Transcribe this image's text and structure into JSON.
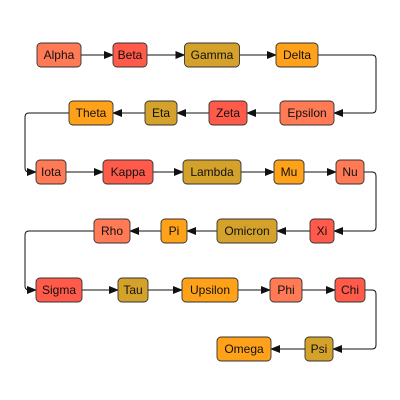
{
  "colors": {
    "red": "#ff5a4a",
    "coral": "#ff7a55",
    "orange": "#ffa21a",
    "gold": "#d4a12a",
    "border": "#333333",
    "edge": "#111111"
  },
  "nodes": [
    {
      "id": "alpha",
      "label": "Alpha",
      "color": "coral"
    },
    {
      "id": "beta",
      "label": "Beta",
      "color": "red"
    },
    {
      "id": "gamma",
      "label": "Gamma",
      "color": "gold"
    },
    {
      "id": "delta",
      "label": "Delta",
      "color": "orange"
    },
    {
      "id": "epsilon",
      "label": "Epsilon",
      "color": "coral"
    },
    {
      "id": "zeta",
      "label": "Zeta",
      "color": "red"
    },
    {
      "id": "eta",
      "label": "Eta",
      "color": "gold"
    },
    {
      "id": "theta",
      "label": "Theta",
      "color": "orange"
    },
    {
      "id": "iota",
      "label": "Iota",
      "color": "coral"
    },
    {
      "id": "kappa",
      "label": "Kappa",
      "color": "red"
    },
    {
      "id": "lambda",
      "label": "Lambda",
      "color": "gold"
    },
    {
      "id": "mu",
      "label": "Mu",
      "color": "orange"
    },
    {
      "id": "nu",
      "label": "Nu",
      "color": "coral"
    },
    {
      "id": "xi",
      "label": "Xi",
      "color": "red"
    },
    {
      "id": "omicron",
      "label": "Omicron",
      "color": "gold"
    },
    {
      "id": "pi",
      "label": "Pi",
      "color": "orange"
    },
    {
      "id": "rho",
      "label": "Rho",
      "color": "coral"
    },
    {
      "id": "sigma",
      "label": "Sigma",
      "color": "red"
    },
    {
      "id": "tau",
      "label": "Tau",
      "color": "gold"
    },
    {
      "id": "upsilon",
      "label": "Upsilon",
      "color": "orange"
    },
    {
      "id": "phi",
      "label": "Phi",
      "color": "coral"
    },
    {
      "id": "chi",
      "label": "Chi",
      "color": "red"
    },
    {
      "id": "psi",
      "label": "Psi",
      "color": "gold"
    },
    {
      "id": "omega",
      "label": "Omega",
      "color": "orange"
    }
  ],
  "edges": [
    [
      "alpha",
      "beta"
    ],
    [
      "beta",
      "gamma"
    ],
    [
      "gamma",
      "delta"
    ],
    [
      "delta",
      "epsilon"
    ],
    [
      "epsilon",
      "zeta"
    ],
    [
      "zeta",
      "eta"
    ],
    [
      "eta",
      "theta"
    ],
    [
      "theta",
      "iota"
    ],
    [
      "iota",
      "kappa"
    ],
    [
      "kappa",
      "lambda"
    ],
    [
      "lambda",
      "mu"
    ],
    [
      "mu",
      "nu"
    ],
    [
      "nu",
      "xi"
    ],
    [
      "xi",
      "omicron"
    ],
    [
      "omicron",
      "pi"
    ],
    [
      "pi",
      "rho"
    ],
    [
      "rho",
      "sigma"
    ],
    [
      "sigma",
      "tau"
    ],
    [
      "tau",
      "upsilon"
    ],
    [
      "upsilon",
      "phi"
    ],
    [
      "phi",
      "chi"
    ],
    [
      "chi",
      "psi"
    ],
    [
      "psi",
      "omega"
    ]
  ]
}
